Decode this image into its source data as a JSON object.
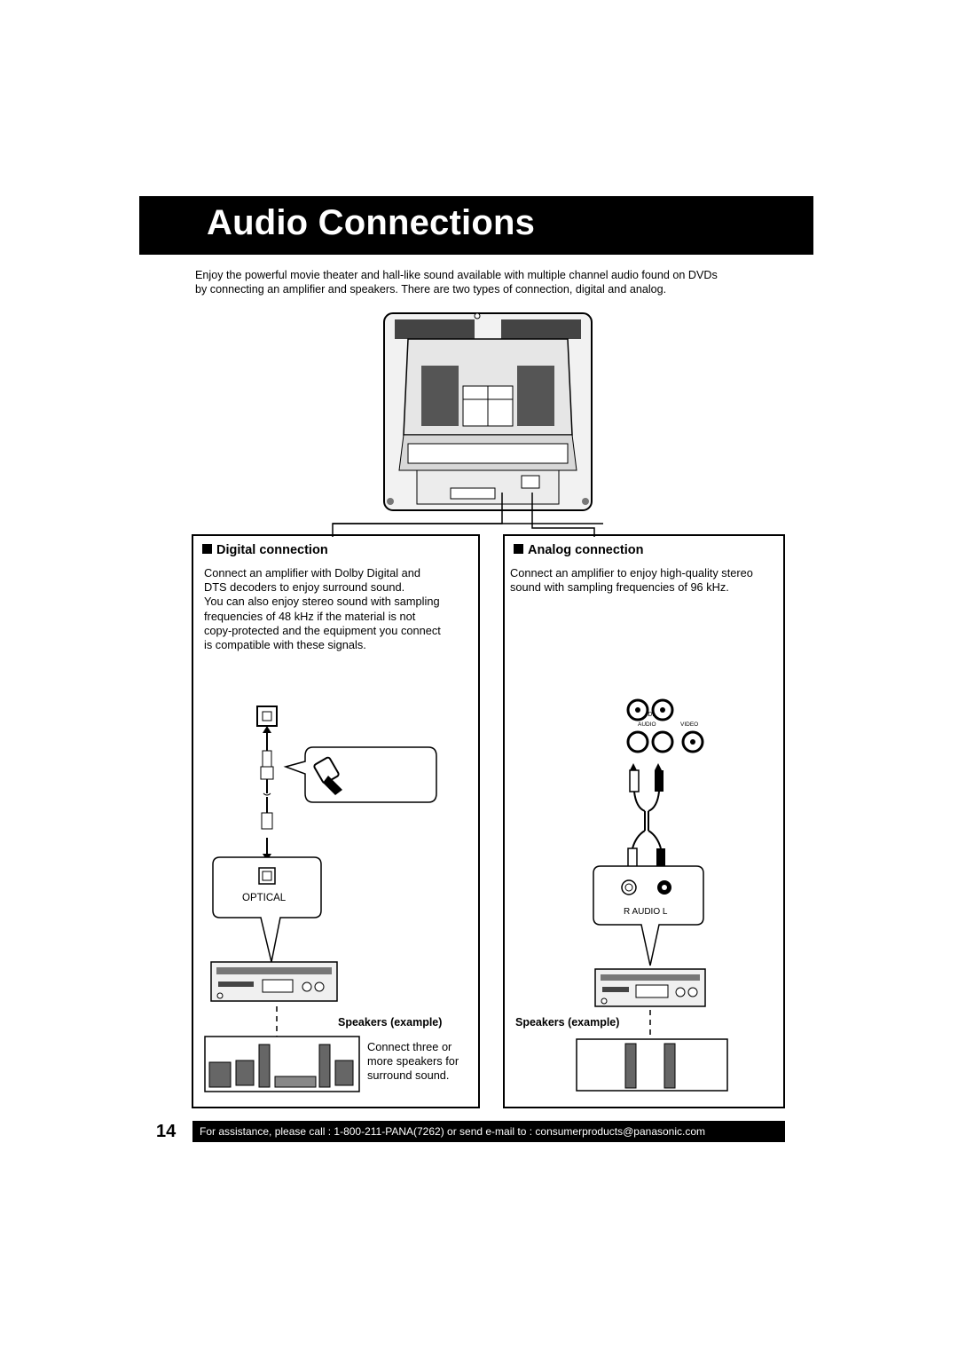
{
  "title": "Audio Connections",
  "intro": [
    "Enjoy the powerful movie theater and hall-like sound available with multiple channel audio found on DVDs",
    "by connecting an amplifier and speakers. There are two types of connection, digital and analog."
  ],
  "digital": {
    "heading": "Digital connection",
    "text": [
      "Connect an amplifier with Dolby Digital and",
      "DTS decoders to enjoy surround sound.",
      "You can also enjoy stereo sound with sampling",
      "frequencies of 48 kHz if the material is not",
      "copy-protected and the equipment you connect",
      "is compatible with these signals."
    ],
    "optical_label": "OPTICAL",
    "speakers_label": "Speakers (example)",
    "speakers_note": [
      "Connect three or",
      "more speakers for",
      "surround sound."
    ]
  },
  "analog": {
    "heading": "Analog connection",
    "text": [
      "Connect an amplifier to enjoy high-quality stereo",
      "sound with sampling frequencies of 96 kHz."
    ],
    "jack_top_label": "R  AUDIO  L",
    "jack_audio_label": "AUDIO",
    "jack_video_label": "VIDEO",
    "amp_jack_label": "R  AUDIO  L",
    "speakers_label": "Speakers (example)"
  },
  "page_number": "14",
  "footer": "For assistance, please call : 1-800-211-PANA(7262) or send e-mail to : consumerproducts@panasonic.com"
}
